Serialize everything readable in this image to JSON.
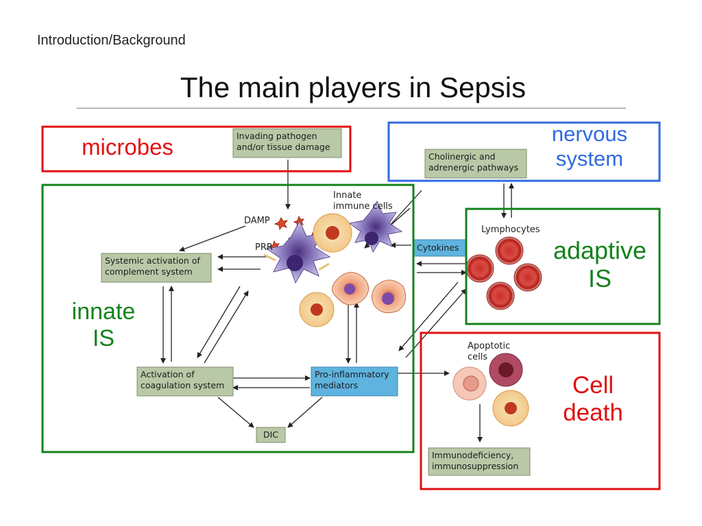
{
  "header": {
    "section": "Introduction/Background",
    "title": "The main players in Sepsis"
  },
  "colors": {
    "red": "#e01010",
    "green": "#14821c",
    "blue": "#2f6ae0",
    "grey_box": "#b9c8a6",
    "blue_box": "#5fb3df"
  },
  "overlay_labels": {
    "microbes": "microbes",
    "nervous_system": "nervous system",
    "innate_is": "innate IS",
    "adaptive_is": "adaptive IS",
    "cell_death": "Cell death"
  },
  "diagram": {
    "invading": "Invading pathogen and/or tissue damage",
    "cholinergic": "Cholinergic and adrenergic pathways",
    "innate_cells": "Innate immune cells",
    "damp": "DAMP",
    "prr": "PRR",
    "complement": "Systemic activation of complement system",
    "cytokines": "Cytokines",
    "lymphocytes": "Lymphocytes",
    "coagulation": "Activation of coagulation system",
    "proinflammatory": "Pro-inflammatory mediators",
    "apoptotic": "Apoptotic cells",
    "dic": "DIC",
    "immunodeficiency": "Immunodeficiency, immunosuppression"
  }
}
